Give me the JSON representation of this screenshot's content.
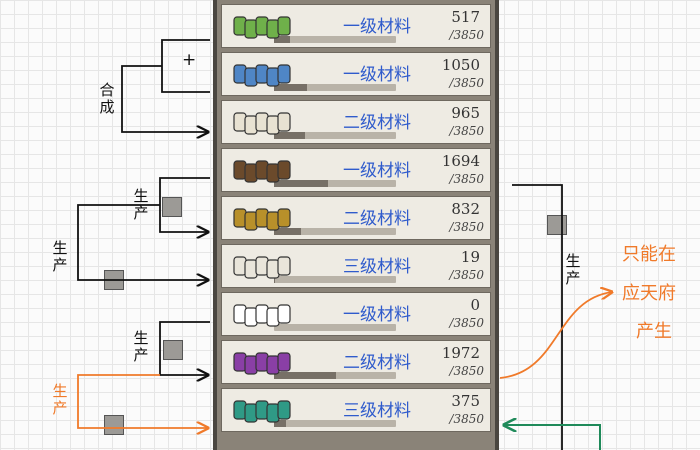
{
  "annotations": {
    "combine_label": "合成",
    "plus_sign": "+",
    "produce_label": "生产",
    "note_lines": [
      "只能在",
      "应天府",
      "产生"
    ]
  },
  "materials": [
    {
      "tier": "一级材料",
      "count": "517",
      "cap": "/3850",
      "fill": 0.13,
      "icon": "green-herb-bundle-icon",
      "color": "#6fb04a"
    },
    {
      "tier": "一级材料",
      "count": "1050",
      "cap": "/3850",
      "fill": 0.27,
      "icon": "blue-fish-icon",
      "color": "#4f86c6"
    },
    {
      "tier": "二级材料",
      "count": "965",
      "cap": "/3850",
      "fill": 0.25,
      "icon": "food-bowls-icon",
      "color": "#e8e2d2"
    },
    {
      "tier": "一级材料",
      "count": "1694",
      "cap": "/3850",
      "fill": 0.44,
      "icon": "brown-timber-icon",
      "color": "#6b4a2b"
    },
    {
      "tier": "二级材料",
      "count": "832",
      "cap": "/3850",
      "fill": 0.22,
      "icon": "gold-planks-icon",
      "color": "#b8902a"
    },
    {
      "tier": "三级材料",
      "count": "19",
      "cap": "/3850",
      "fill": 0.005,
      "icon": "paper-scroll-icon",
      "color": "#e9e5da"
    },
    {
      "tier": "一级材料",
      "count": "0",
      "cap": "/3850",
      "fill": 0.0,
      "icon": "cotton-plant-icon",
      "color": "#ffffff"
    },
    {
      "tier": "二级材料",
      "count": "1972",
      "cap": "/3850",
      "fill": 0.51,
      "icon": "purple-cloth-bolts-icon",
      "color": "#8a3fa6"
    },
    {
      "tier": "三级材料",
      "count": "375",
      "cap": "/3850",
      "fill": 0.1,
      "icon": "teal-garment-icon",
      "color": "#2f9a86"
    }
  ],
  "colors": {
    "tier_text": "#2f5bcc",
    "annotation_black": "#111111",
    "annotation_orange": "#f07a2a",
    "arrow_green": "#1f8a5a"
  }
}
